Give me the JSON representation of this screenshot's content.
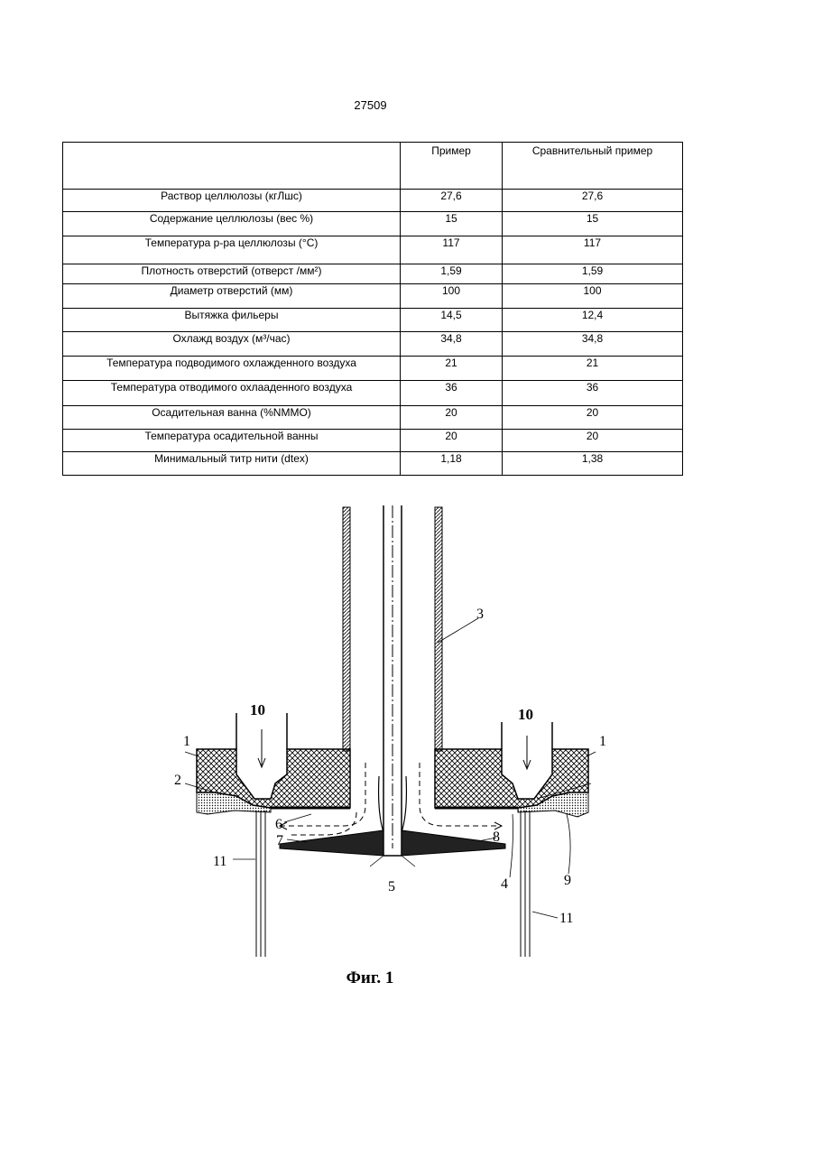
{
  "page_number": "27509",
  "table": {
    "headers": [
      "",
      "Пример",
      "Сравнительный пример"
    ],
    "rows": [
      {
        "label": "Раствор целлюлозы (кгЛшс)",
        "example": "27,6",
        "comparative": "27,6"
      },
      {
        "label": "Содержание целлюлозы (вес %)",
        "example": "15",
        "comparative": "15"
      },
      {
        "label": "Температура р-ра целлюлозы (°С)",
        "example": "117",
        "comparative": "117"
      },
      {
        "label": "Плотность отверстий (отверст /мм²)",
        "example": "1,59",
        "comparative": "1,59"
      },
      {
        "label": "Диаметр отверстий (мм)",
        "example": "100",
        "comparative": "100"
      },
      {
        "label": "Вытяжка фильеры",
        "example": "14,5",
        "comparative": "12,4"
      },
      {
        "label": "Охлажд воздух (м³/час)",
        "example": "34,8",
        "comparative": "34,8"
      },
      {
        "label": "Температура подводимого охлажденного воздуха",
        "example": "21",
        "comparative": "21"
      },
      {
        "label": "Температура отводимого охлааденного воздуха",
        "example": "36",
        "comparative": "36"
      },
      {
        "label": "Осадительная ванна (%NMMO)",
        "example": "20",
        "comparative": "20"
      },
      {
        "label": "Температура осадительной ванны",
        "example": "20",
        "comparative": "20"
      },
      {
        "label": "Минимальный титр нити (dtex)",
        "example": "1,18",
        "comparative": "1,38"
      }
    ]
  },
  "figure": {
    "caption": "Фиг. 1",
    "labels": {
      "l1a": "1",
      "l1b": "1",
      "l2": "2",
      "l3": "3",
      "l4": "4",
      "l5": "5",
      "l6": "6",
      "l7": "7",
      "l8": "8",
      "l9": "9",
      "l10a": "10",
      "l10b": "10",
      "l11a": "11",
      "l11b": "11"
    }
  }
}
